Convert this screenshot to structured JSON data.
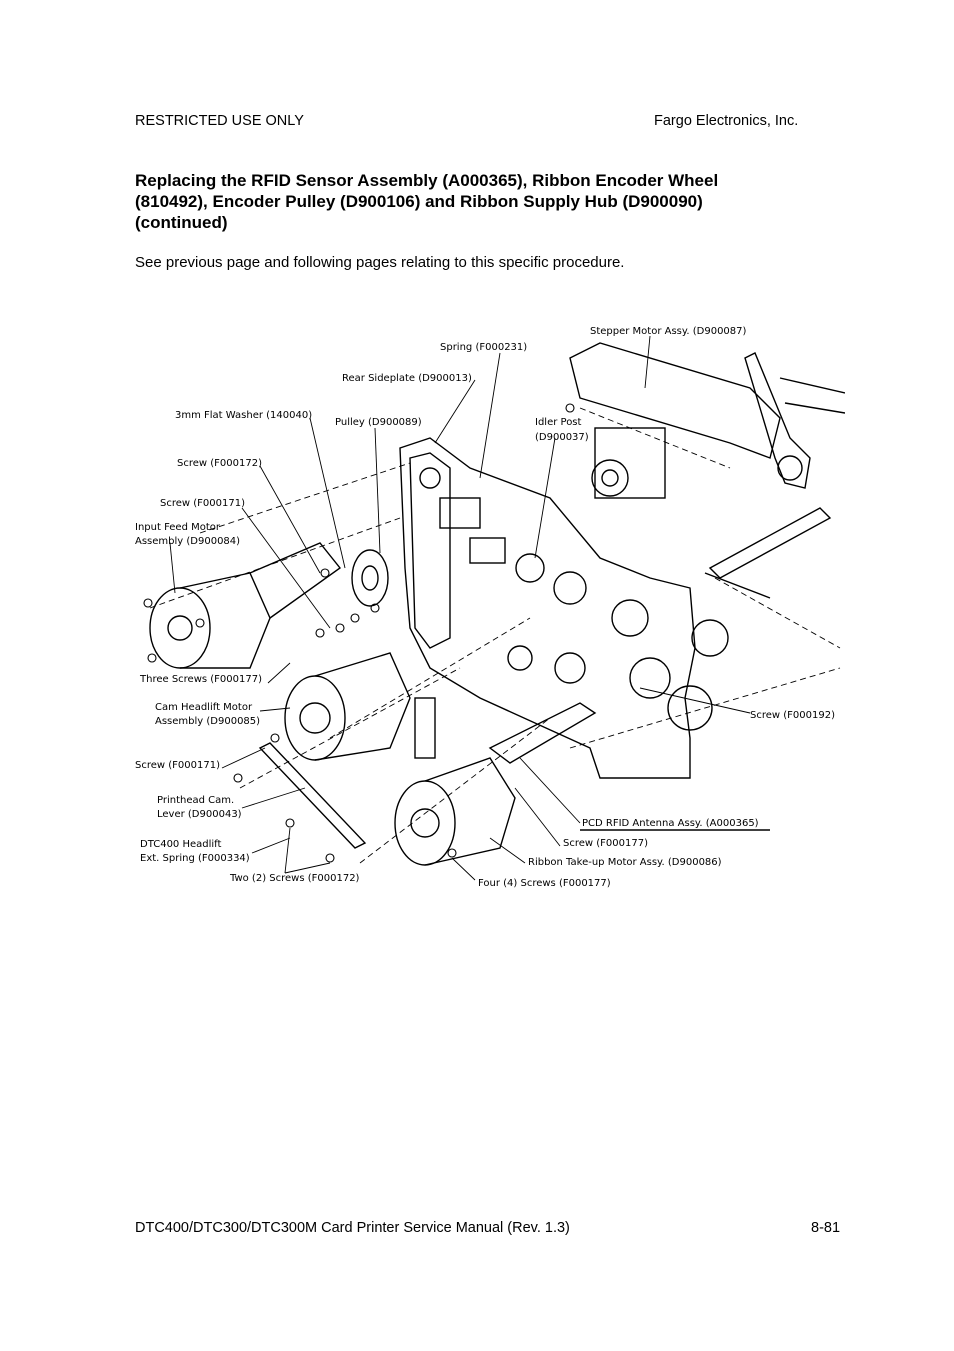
{
  "header": {
    "left": "RESTRICTED USE ONLY",
    "right": "Fargo Electronics, Inc."
  },
  "title_lines": [
    "Replacing the RFID Sensor Assembly (A000365), Ribbon Encoder Wheel",
    "(810492), Encoder Pulley (D900106) and Ribbon Supply Hub (D900090)",
    "(continued)"
  ],
  "intro": "See previous page and following pages relating to this specific procedure.",
  "figure": {
    "labels": {
      "stepper_motor": "Stepper Motor Assy. (D900087)",
      "spring": "Spring (F000231)",
      "rear_sideplate": "Rear Sideplate (D900013)",
      "flat_washer": "3mm Flat Washer (140040)",
      "pulley": "Pulley (D900089)",
      "idler_post_1": "Idler Post",
      "idler_post_2": "(D900037)",
      "screw_f000172": "Screw (F000172)",
      "screw_f000171_top": "Screw (F000171)",
      "input_feed_1": "Input Feed Motor",
      "input_feed_2": "Assembly (D900084)",
      "three_screws": "Three Screws (F000177)",
      "cam_headlift_1": "Cam Headlift Motor",
      "cam_headlift_2": "Assembly (D900085)",
      "screw_f000192": "Screw (F000192)",
      "screw_f000171_bottom": "Screw (F000171)",
      "printhead_cam_1": "Printhead Cam.",
      "printhead_cam_2": "Lever (D900043)",
      "pcd_rfid": "PCD RFID Antenna Assy. (A000365)",
      "screw_f000177": "Screw (F000177)",
      "dtc400_headlift_1": "DTC400 Headlift",
      "dtc400_headlift_2": "Ext. Spring (F000334)",
      "ribbon_takeup": "Ribbon Take-up Motor Assy. (D900086)",
      "two_screws": "Two (2) Screws (F000172)",
      "four_screws": "Four (4) Screws (F000177)"
    }
  },
  "footer": {
    "left": "DTC400/DTC300/DTC300M Card Printer Service Manual (Rev. 1.3)",
    "right": "8-81"
  }
}
